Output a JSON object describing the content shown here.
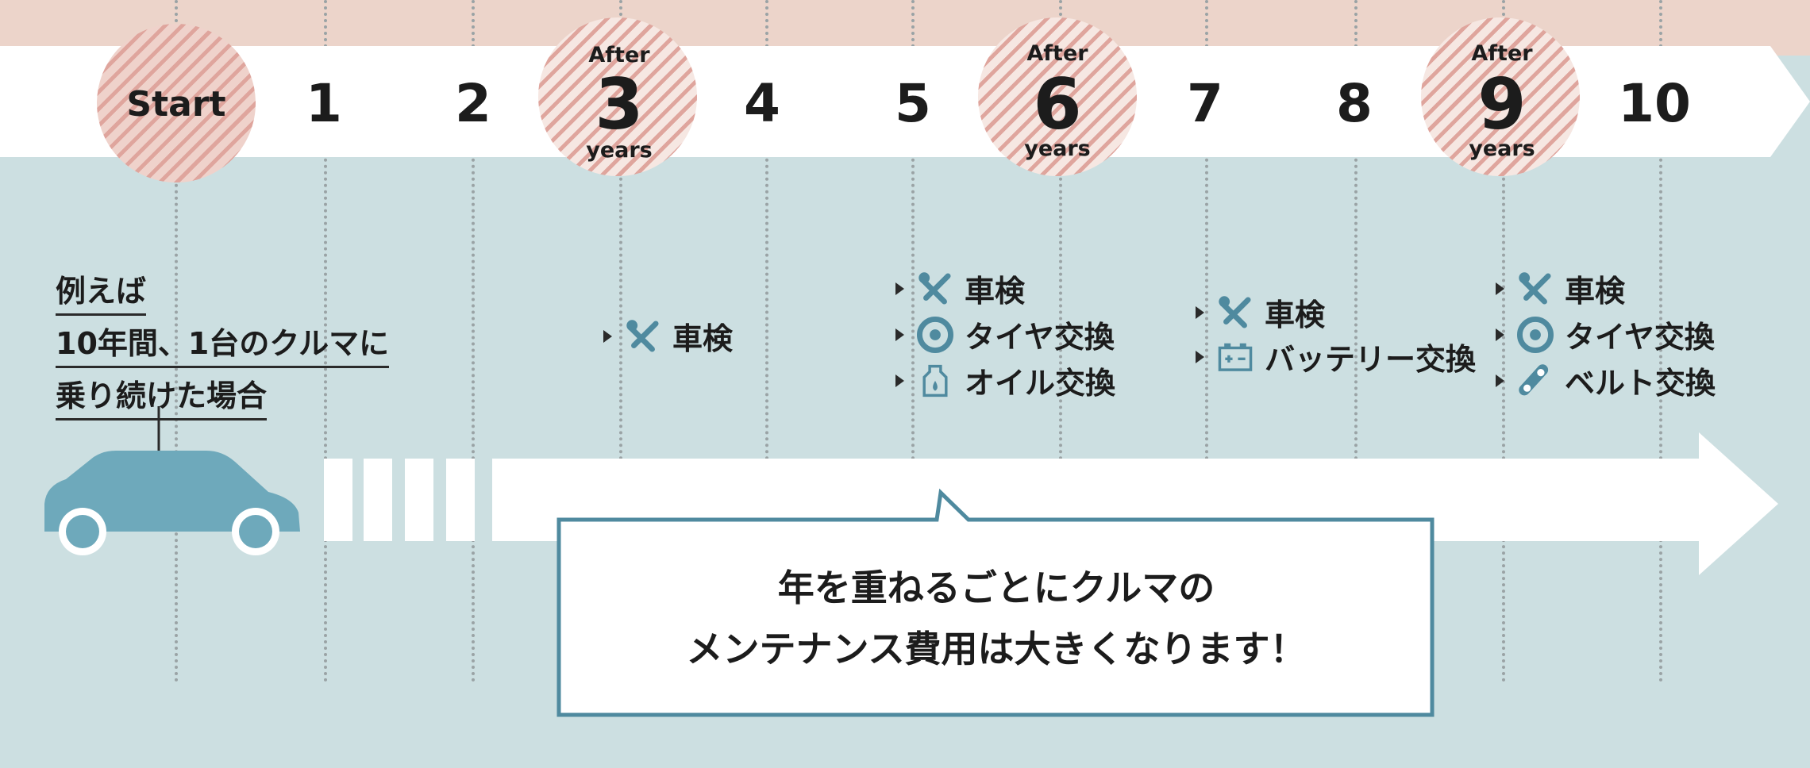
{
  "timeline": {
    "start_label": "Start",
    "years": [
      "1",
      "2",
      "3",
      "4",
      "5",
      "6",
      "7",
      "8",
      "9",
      "10"
    ],
    "milestone_prefix": "After",
    "milestone_suffix": "years"
  },
  "caption": {
    "line1": "例えば",
    "line2": "10年間、1台のクルマに",
    "line3": "乗り続けた場合"
  },
  "maintenance": {
    "year3": {
      "inspection": "車検"
    },
    "year6": {
      "inspection": "車検",
      "tire": "タイヤ交換",
      "oil": "オイル交換"
    },
    "year8": {
      "inspection": "車検",
      "battery": "バッテリー交換"
    },
    "year9": {
      "inspection": "車検",
      "tire": "タイヤ交換",
      "belt": "ベルト交換"
    }
  },
  "message": {
    "line1": "年を重ねるごとにクルマの",
    "line2": "メンテナンス費用は大きくなります！"
  },
  "icons": [
    "wrench-screwdriver-icon",
    "tire-icon",
    "oil-bottle-icon",
    "battery-icon",
    "belt-icon",
    "car-icon"
  ],
  "colors": {
    "background": "#ccdfe1",
    "accent_stripe": "#dfa59d",
    "icon": "#4f8a9f",
    "top_band": "#ecd4ca"
  }
}
